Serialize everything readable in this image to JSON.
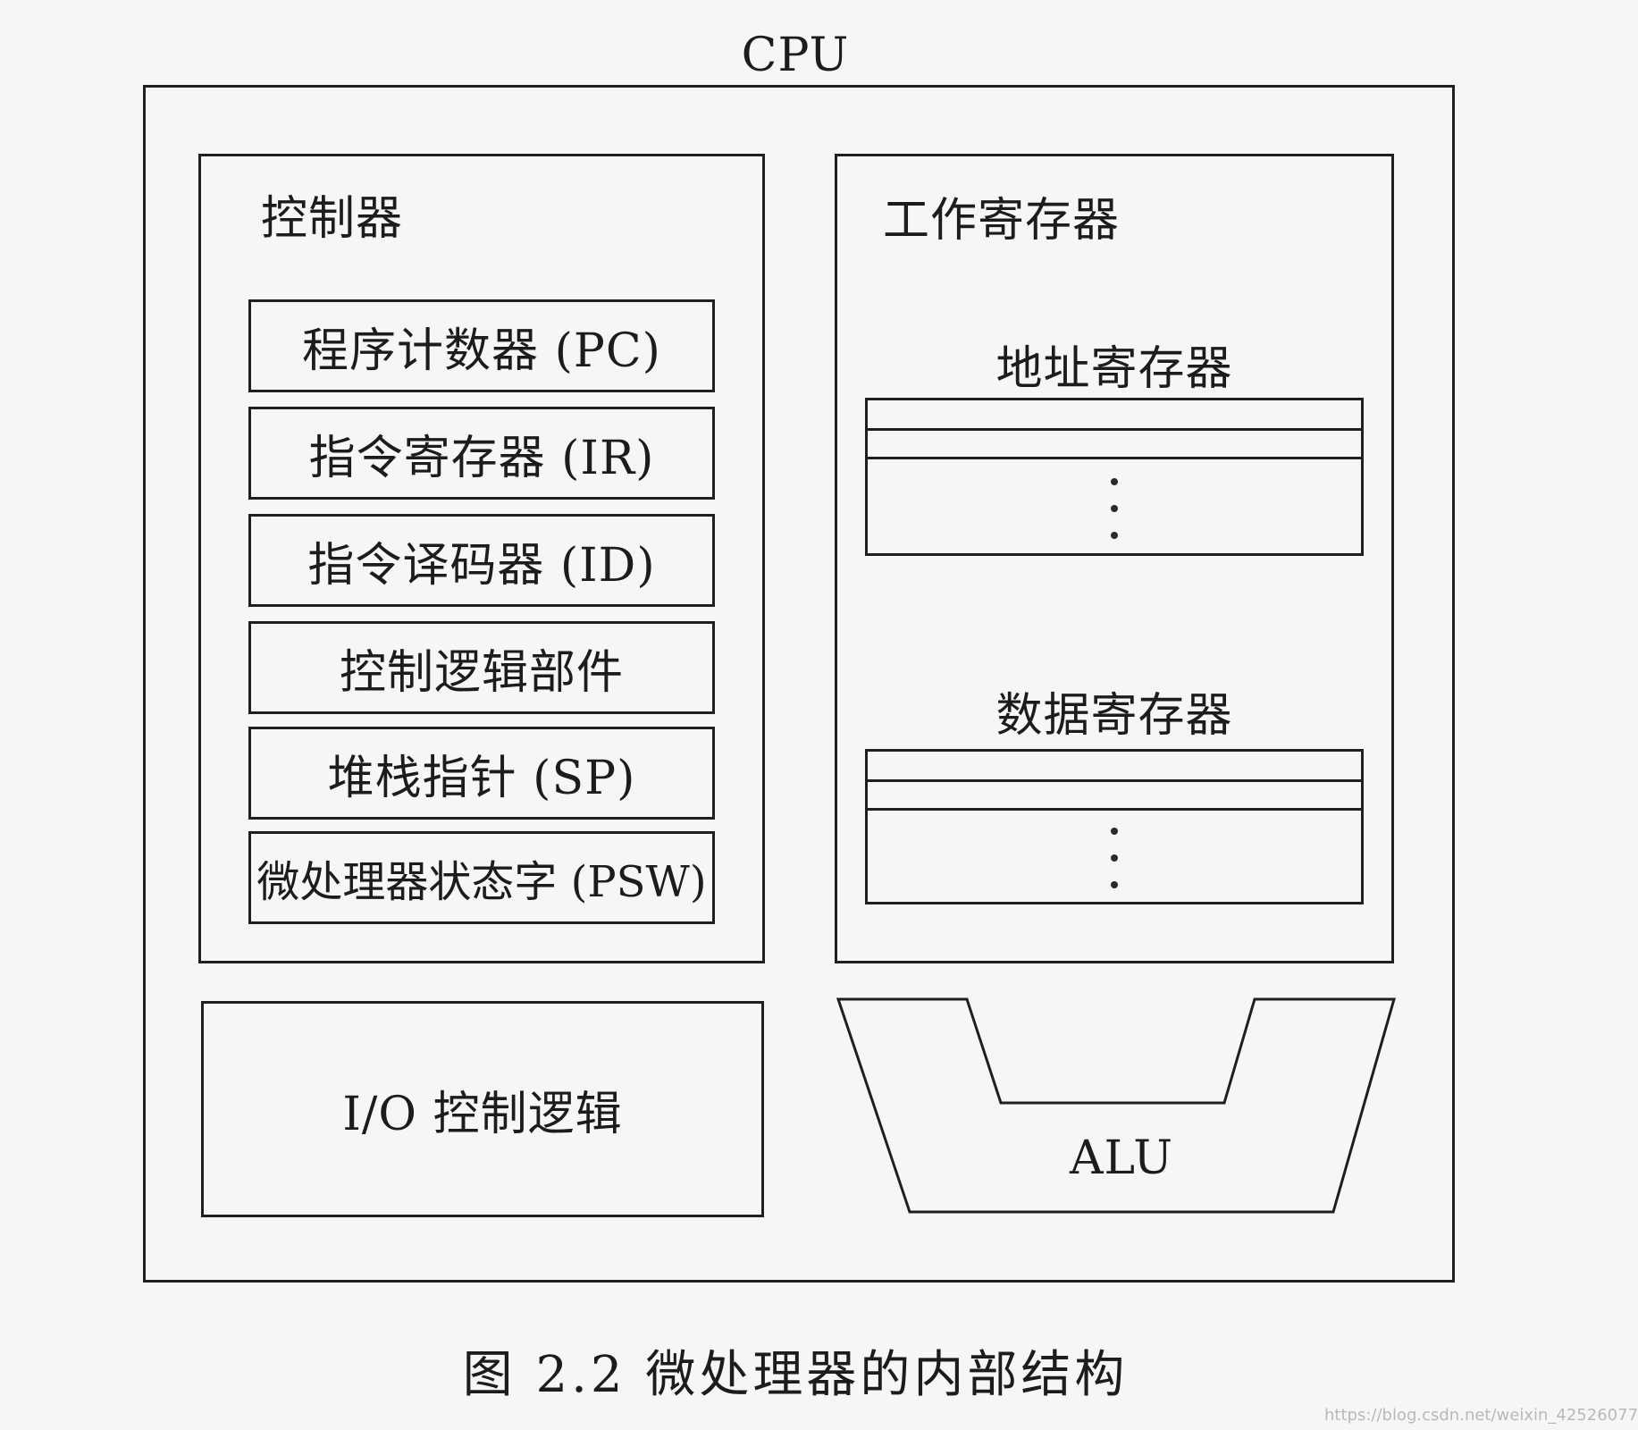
{
  "diagram": {
    "cpu_label": "CPU",
    "controller": {
      "title": "控制器",
      "items": [
        "程序计数器 (PC)",
        "指令寄存器 (IR)",
        "指令译码器 (ID)",
        "控制逻辑部件",
        "堆栈指针 (SP)",
        "微处理器状态字 (PSW)"
      ]
    },
    "working_registers": {
      "title": "工作寄存器",
      "address_registers_label": "地址寄存器",
      "data_registers_label": "数据寄存器"
    },
    "io_control_label": "I/O 控制逻辑",
    "alu_label": "ALU"
  },
  "caption": "图 2.2   微处理器的内部结构",
  "watermark": "https://blog.csdn.net/weixin_42526077"
}
